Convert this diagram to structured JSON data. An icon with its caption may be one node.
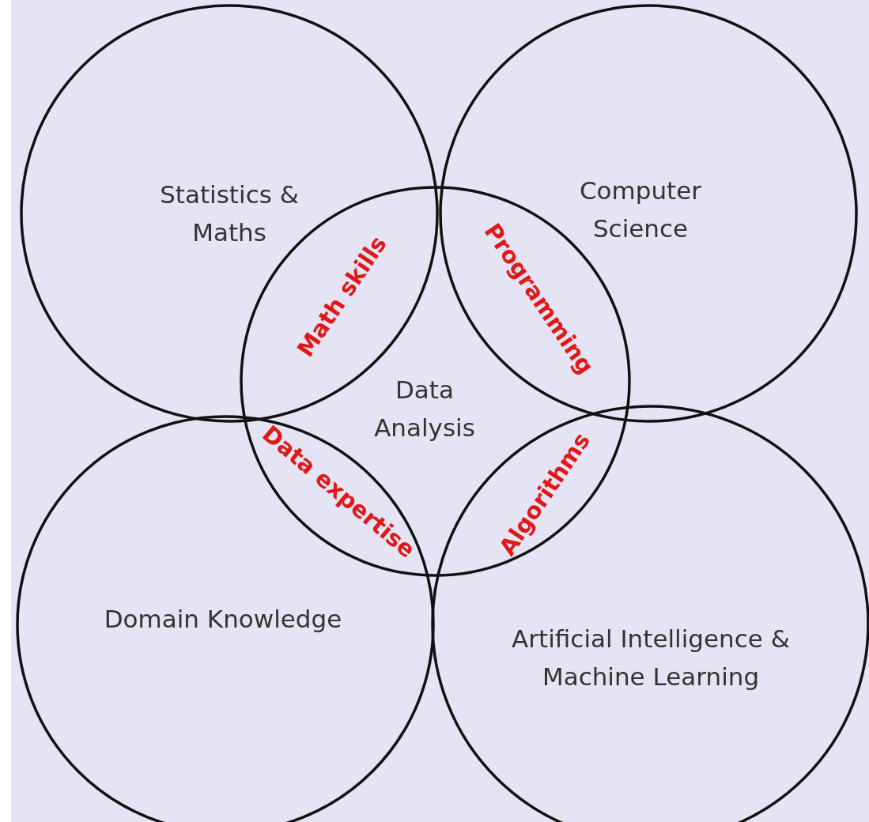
{
  "diagram": {
    "nodes": [
      {
        "text": [
          "Statistics & Maths"
        ]
      },
      {
        "text": [
          "Computer Science"
        ]
      },
      {
        "text": [
          "Data Analysis"
        ]
      },
      {
        "text": [
          "Domain Knowledge"
        ]
      },
      {
        "text": [
          "Artificial Intelligence & Machine Learning"
        ]
      }
    ],
    "labels": [
      "Math skills",
      "Programming",
      "Data expertise",
      "Algorithms"
    ]
  }
}
